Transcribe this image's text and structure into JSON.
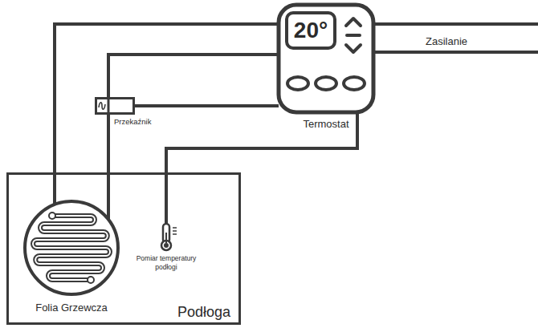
{
  "diagram": {
    "nodes": [
      {
        "text": [
          "20°",
          "Termostat"
        ]
      },
      {
        "text": [
          "Przekaźnik"
        ]
      },
      {
        "text": [
          "Podłoga"
        ]
      },
      {
        "text": [
          "Folia Grzewcza"
        ],
        "in": 2
      },
      {
        "text": [
          "Pomiar temperatury podłogi"
        ],
        "in": 2
      }
    ],
    "edges": [
      {
        "from": 0,
        "to": 3,
        "arrow": "none"
      },
      {
        "from": 0,
        "to": 1,
        "arrow": "none"
      },
      {
        "from": 1,
        "to": 0,
        "arrow": "none"
      },
      {
        "from": 1,
        "to": 3,
        "arrow": "none"
      },
      {
        "from": 0,
        "to": 4,
        "arrow": "none"
      }
    ],
    "labels": [
      "Zasilanie"
    ]
  }
}
